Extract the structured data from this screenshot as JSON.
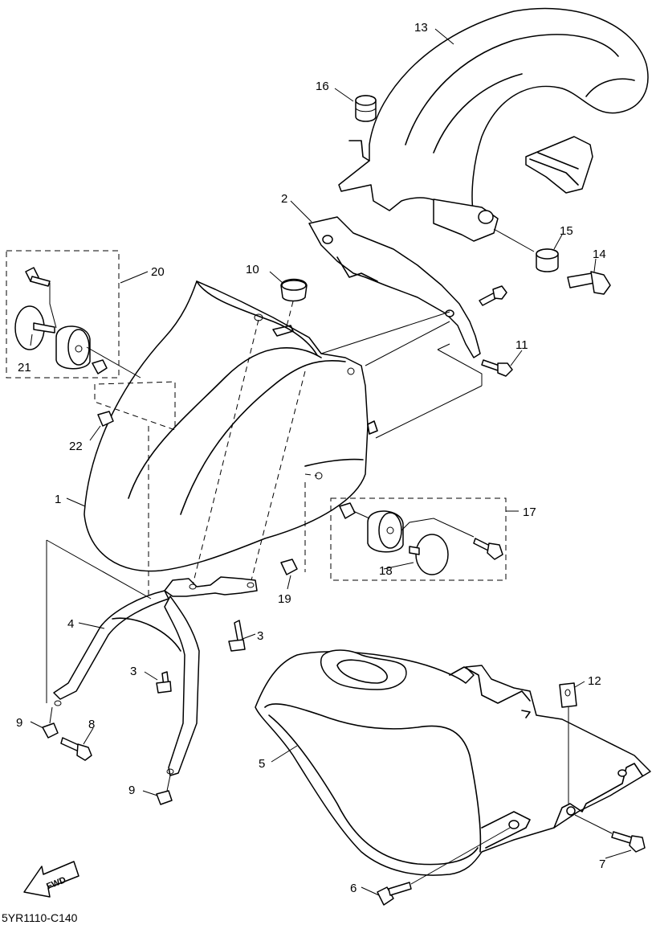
{
  "diagram": {
    "code": "5YR1110-C140",
    "fwd_label": "FWD",
    "callouts": [
      {
        "id": "c1",
        "text": "1"
      },
      {
        "id": "c2",
        "text": "2"
      },
      {
        "id": "c3a",
        "text": "3"
      },
      {
        "id": "c3b",
        "text": "3"
      },
      {
        "id": "c4",
        "text": "4"
      },
      {
        "id": "c5",
        "text": "5"
      },
      {
        "id": "c6",
        "text": "6"
      },
      {
        "id": "c7",
        "text": "7"
      },
      {
        "id": "c8",
        "text": "8"
      },
      {
        "id": "c9a",
        "text": "9"
      },
      {
        "id": "c9b",
        "text": "9"
      },
      {
        "id": "c10",
        "text": "10"
      },
      {
        "id": "c11",
        "text": "11"
      },
      {
        "id": "c12",
        "text": "12"
      },
      {
        "id": "c13",
        "text": "13"
      },
      {
        "id": "c14",
        "text": "14"
      },
      {
        "id": "c15",
        "text": "15"
      },
      {
        "id": "c16",
        "text": "16"
      },
      {
        "id": "c17",
        "text": "17"
      },
      {
        "id": "c18",
        "text": "18"
      },
      {
        "id": "c19",
        "text": "19"
      },
      {
        "id": "c20",
        "text": "20"
      },
      {
        "id": "c21",
        "text": "21"
      },
      {
        "id": "c22",
        "text": "22"
      }
    ]
  }
}
